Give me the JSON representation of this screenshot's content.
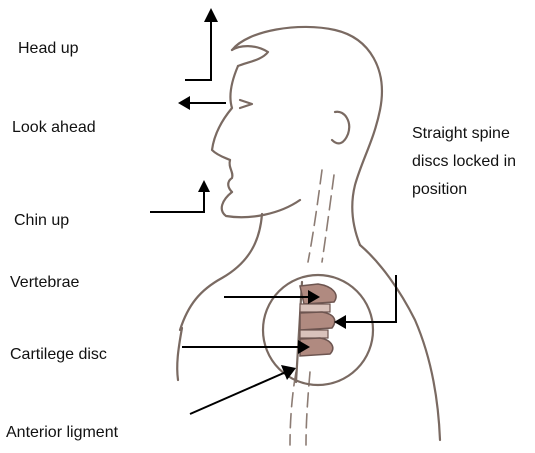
{
  "labels": {
    "head_up": "Head up",
    "look_ahead": "Look ahead",
    "chin_up": "Chin up",
    "straight_spine": "Straight spine discs locked in position",
    "vertebrae": "Vertebrae",
    "cartilege_disc": "Cartilege disc",
    "anterior_ligment": "Anterior ligment"
  },
  "colors": {
    "sketch_line": "#7a6a62",
    "bone": "#b08a80",
    "arrow": "#000000"
  }
}
